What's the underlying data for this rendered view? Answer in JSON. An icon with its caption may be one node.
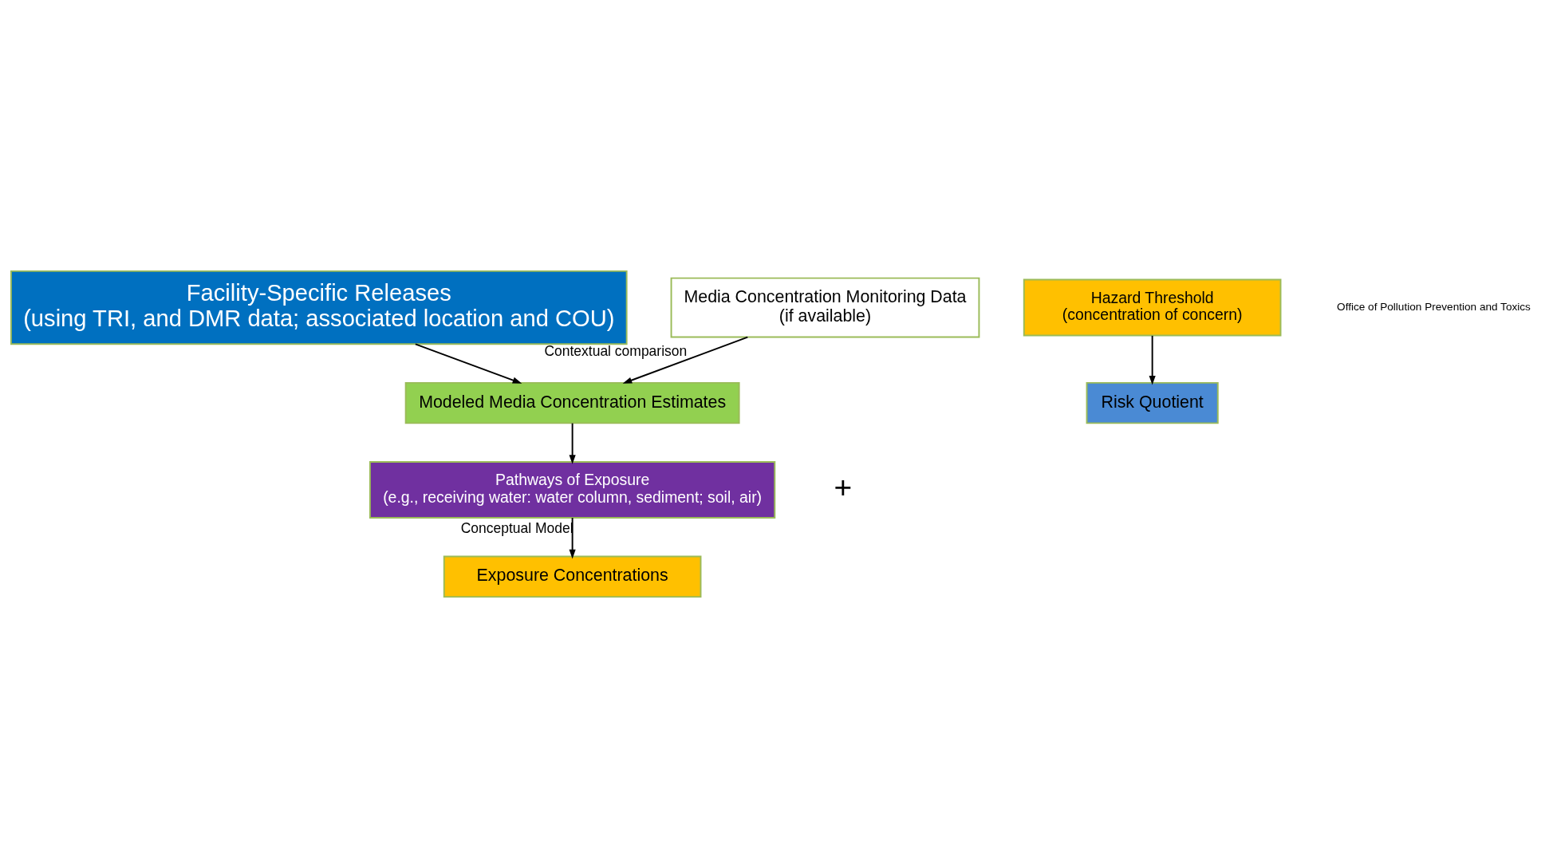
{
  "diagram": {
    "nodes": [
      {
        "text": [
          "Facility-Specific Releases",
          "(using TRI, and DMR data; associated location and COU)"
        ]
      },
      {
        "text": [
          "Modeled Media Concentration Estimates"
        ]
      },
      {
        "text": [
          "Pathways of Exposure",
          "(e.g., receiving water: water column, sediment; soil, air)"
        ]
      },
      {
        "text": [
          "Exposure Concentrations"
        ]
      },
      {
        "text": [
          "Hazard Threshold",
          "(concentration of concern)"
        ]
      },
      {
        "text": [
          "Risk Quotient"
        ]
      },
      {
        "text": [
          "Media Concentration Monitoring Data",
          "(if available)"
        ]
      }
    ],
    "edges": [
      {
        "from": 0,
        "to": 1,
        "arrow": "to"
      },
      {
        "from": 1,
        "to": 2,
        "arrow": "to"
      },
      {
        "from": 2,
        "to": 3,
        "arrow": "to",
        "label": "Conceptual Model"
      },
      {
        "from": 6,
        "to": 1,
        "arrow": "to",
        "label": "Contextual comparison"
      },
      {
        "from": 4,
        "to": 5,
        "arrow": "to"
      }
    ],
    "labels": [
      "+",
      "Office of Pollution Prevention and Toxics"
    ]
  }
}
